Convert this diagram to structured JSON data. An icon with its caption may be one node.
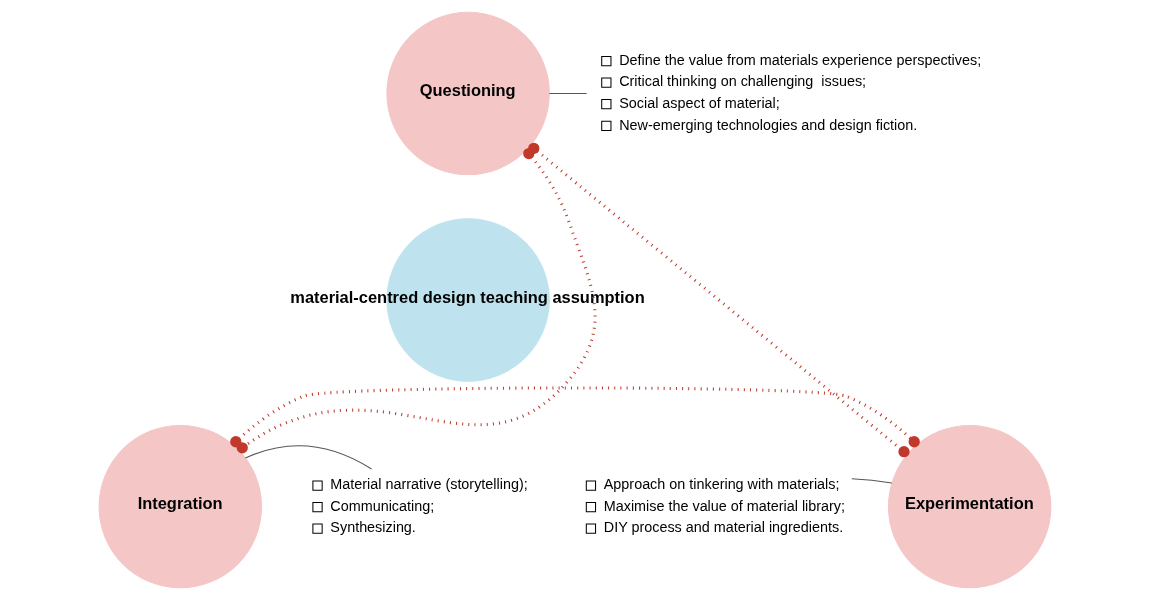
{
  "diagram": {
    "nodes": [
      {
        "text": [
          "material-centred design teaching assumption"
        ]
      },
      {
        "text": [
          "Questioning"
        ]
      },
      {
        "text": [
          "Define the value from materials experience perspectives;",
          "Critical thinking on challenging  issues;",
          "Social aspect of material;",
          "New-emerging technologies and design fiction."
        ]
      },
      {
        "text": [
          "Experimentation"
        ]
      },
      {
        "text": [
          "Approach on tinkering with materials;",
          "Maximise the value of material library;",
          "DIY process and material ingredients."
        ]
      },
      {
        "text": [
          "Integration"
        ]
      },
      {
        "text": [
          "Material narrative (storytelling);",
          "Communicating;",
          "Synthesizing."
        ]
      }
    ],
    "edges": [
      {
        "from": 1,
        "to": 5,
        "arrow": "other",
        "style": "dashed",
        "color": "#c0392b"
      },
      {
        "from": 5,
        "to": 3,
        "arrow": "other",
        "style": "dashed",
        "color": "#c0392b"
      },
      {
        "from": 3,
        "to": 1,
        "arrow": "other",
        "style": "dashed",
        "color": "#c0392b"
      },
      {
        "from": 2,
        "to": 1,
        "arrow": "none",
        "color": "#555555"
      },
      {
        "from": 4,
        "to": 3,
        "arrow": "none",
        "color": "#555555"
      },
      {
        "from": 6,
        "to": 5,
        "arrow": "none",
        "color": "#555555"
      }
    ]
  }
}
